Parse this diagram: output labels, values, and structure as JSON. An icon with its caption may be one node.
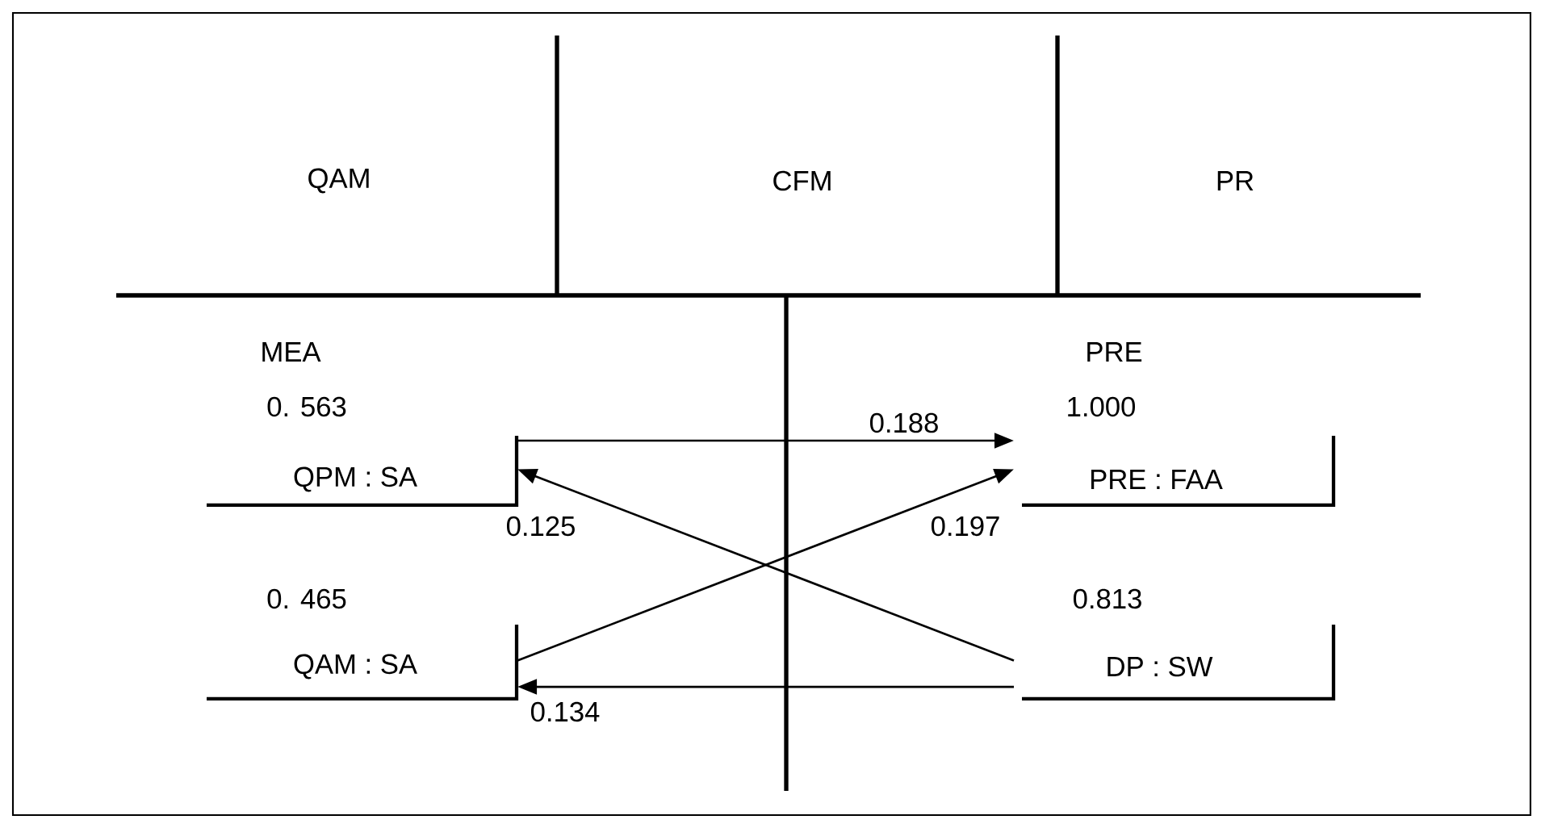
{
  "diagram": {
    "nodes": [
      {
        "text": [
          "0. 563",
          "QPM : SA"
        ]
      },
      {
        "text": [
          "0. 465",
          "QAM : SA"
        ]
      },
      {
        "text": [
          "1.000",
          "PRE : FAA"
        ]
      },
      {
        "text": [
          "0.813",
          "DP : SW"
        ]
      }
    ],
    "edges": [
      {
        "from": 0,
        "to": 2,
        "arrow": "to",
        "label": "0.188"
      },
      {
        "from": 3,
        "to": 0,
        "arrow": "to",
        "label": "0.125"
      },
      {
        "from": 1,
        "to": 2,
        "arrow": "to",
        "label": "0.197"
      },
      {
        "from": 3,
        "to": 1,
        "arrow": "to",
        "label": "0.134"
      }
    ],
    "labels": [
      "QAM",
      "CFM",
      "PR",
      "MEA",
      "PRE"
    ]
  }
}
